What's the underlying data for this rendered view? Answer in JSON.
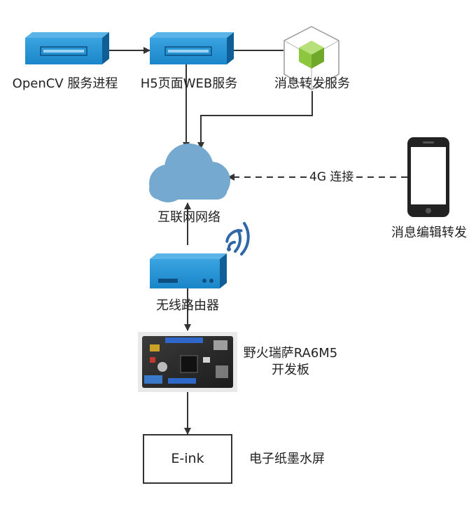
{
  "nodes": {
    "opencv": {
      "label": "OpenCV 服务进程",
      "icon": "server-icon"
    },
    "h5web": {
      "label": "H5页面WEB服务",
      "icon": "server-icon"
    },
    "msg_forward": {
      "label": "消息转发服务",
      "icon": "cube-service-icon"
    },
    "internet": {
      "label": "互联网网络",
      "icon": "cloud-icon"
    },
    "phone": {
      "label": "消息编辑转发",
      "icon": "smartphone-icon"
    },
    "router": {
      "label": "无线路由器",
      "icon": "router-icon"
    },
    "board": {
      "label_line1": "野火瑞萨RA6M5",
      "label_line2": "开发板",
      "icon": "dev-board-icon"
    },
    "eink": {
      "box_text": "E-ink",
      "label": "电子纸墨水屏"
    }
  },
  "connections": {
    "phone_to_cloud": {
      "label": "4G 连接",
      "style": "dashed"
    }
  },
  "colors": {
    "server_blue": "#1a86c9",
    "server_dark": "#0f5f96",
    "cloud_fill": "#75a9cf",
    "wifi_blue": "#2f67a8",
    "cube_green": "#8dc63f",
    "line": "#333333"
  }
}
